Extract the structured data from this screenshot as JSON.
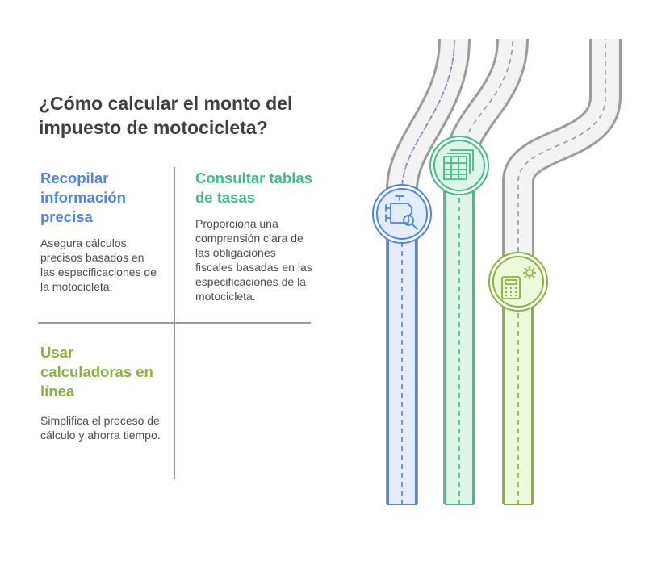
{
  "title": "¿Cómo calcular el monto del impuesto de motocicleta?",
  "steps": [
    {
      "title": "Recopilar información precisa",
      "description": "Asegura cálculos precisos basados en las especificaciones de la motocicleta.",
      "color": "#4a86e8",
      "icon": "engine-search-icon"
    },
    {
      "title": "Consultar tablas de tasas",
      "description": "Proporciona una comprensión clara de las obligaciones fiscales basadas en las especificaciones de la motocicleta.",
      "color": "#3fbd86",
      "icon": "rate-table-icon"
    },
    {
      "title": "Usar calculadoras en línea",
      "description": "Simplifica el proceso de cálculo y ahorra tiempo.",
      "color": "#8ab33d",
      "icon": "calculator-gear-icon"
    }
  ]
}
